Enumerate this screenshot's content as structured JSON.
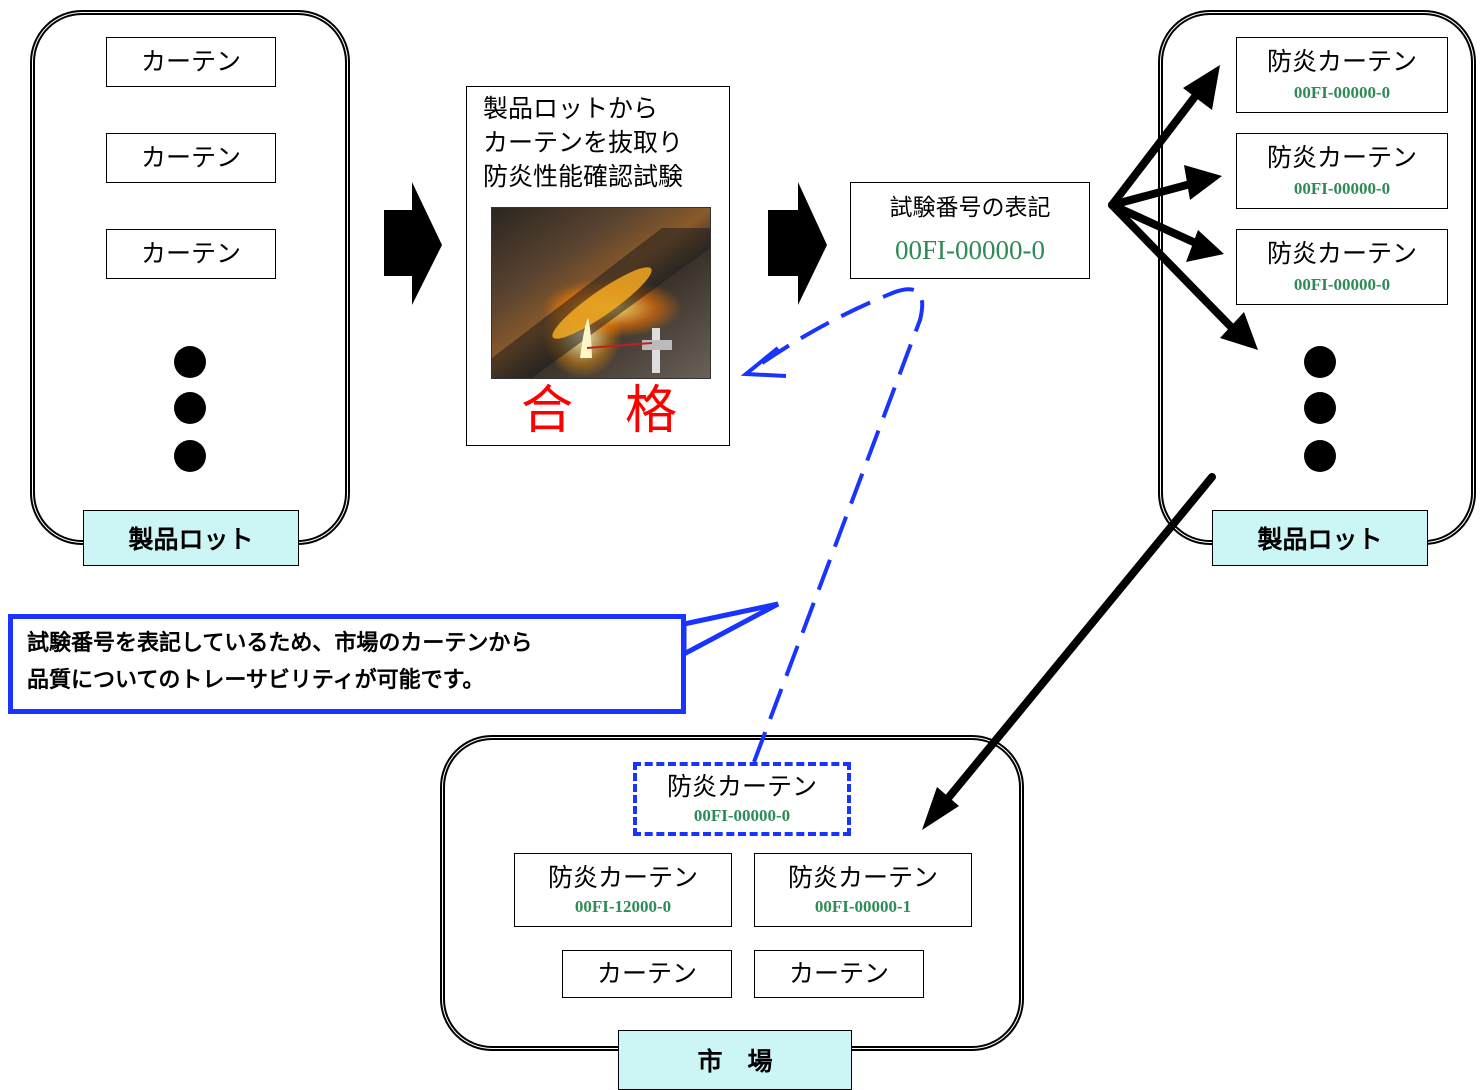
{
  "left_lot": {
    "items": [
      "カーテン",
      "カーテン",
      "カーテン"
    ],
    "label": "製品ロット"
  },
  "test_box": {
    "lines": [
      "製品ロットから",
      "カーテンを抜取り",
      "防炎性能確認試験"
    ],
    "result": "合　格"
  },
  "number_box": {
    "title": "試験番号の表記",
    "code": "00FI-00000-0"
  },
  "right_lot": {
    "items": [
      {
        "name": "防炎カーテン",
        "code": "00FI-00000-0"
      },
      {
        "name": "防炎カーテン",
        "code": "00FI-00000-0"
      },
      {
        "name": "防炎カーテン",
        "code": "00FI-00000-0"
      }
    ],
    "label": "製品ロット"
  },
  "callout": {
    "line1": "試験番号を表記しているため、市場のカーテンから",
    "line2": "品質についてのトレーサビリティが可能です。"
  },
  "market": {
    "highlighted": {
      "name": "防炎カーテン",
      "code": "00FI-00000-0"
    },
    "items": [
      {
        "name": "防炎カーテン",
        "code": "00FI-12000-0"
      },
      {
        "name": "防炎カーテン",
        "code": "00FI-00000-1"
      }
    ],
    "plain": [
      "カーテン",
      "カーテン"
    ],
    "label": "市　場"
  },
  "colors": {
    "code_green": "#2e8b57",
    "pass_red": "#ff0000",
    "trace_blue": "#1a34ff",
    "label_bg": "#ccf5f5"
  }
}
